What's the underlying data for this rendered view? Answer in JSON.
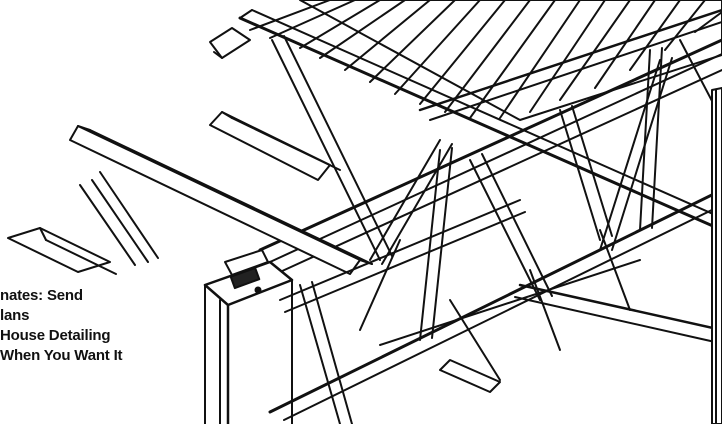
{
  "caption": {
    "lines": [
      "nates: Send",
      "lans",
      "House Detailing",
      "When You Want It"
    ]
  },
  "illustration": {
    "icon": "steel-joist-truss-illustration",
    "line_color": "#111111"
  }
}
